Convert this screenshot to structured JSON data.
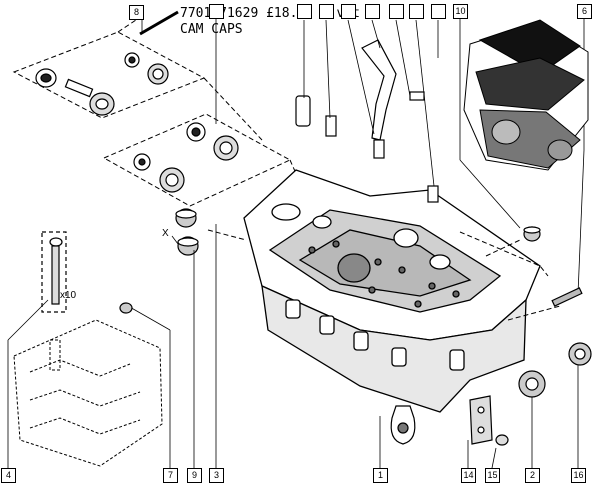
{
  "note": {
    "line1": "7701471629 £18.12 + vat",
    "line2": "CAM CAPS"
  },
  "callouts": {
    "c8": "8",
    "c10": "10",
    "c6": "6",
    "c4": "4",
    "c7": "7",
    "c9": "9",
    "c3": "3",
    "c1": "1",
    "c14": "14",
    "c15": "15",
    "c2": "2",
    "c16": "16"
  },
  "labels": {
    "x10": "x10",
    "x_mark": "X"
  }
}
